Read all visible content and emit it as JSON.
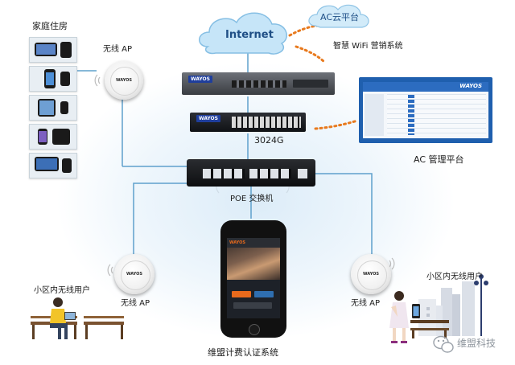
{
  "labels": {
    "home": "家庭住房",
    "ap_top": "无线 AP",
    "internet": "Internet",
    "ac_cloud": "AC云平台",
    "marketing": "智慧 WiFi 营销系统",
    "switch_model": "3024G",
    "ac_mgmt": "AC 管理平台",
    "poe_switch": "POE 交换机",
    "community_left": "小区内无线用户",
    "ap_left": "无线 AP",
    "ap_right": "无线 AP",
    "community_right": "小区内无线用户",
    "billing": "维盟计费认证系统",
    "watermark": "维盟科技"
  },
  "device_brand": "WAYOS",
  "colors": {
    "line": "#5fa0cc",
    "orange_dots": "#e87a1e",
    "cloud": "#bfe0f5",
    "brand_blue": "#1f3e9c"
  },
  "icons": [
    "cloud-icon",
    "wifi-icon",
    "wechat-icon"
  ]
}
